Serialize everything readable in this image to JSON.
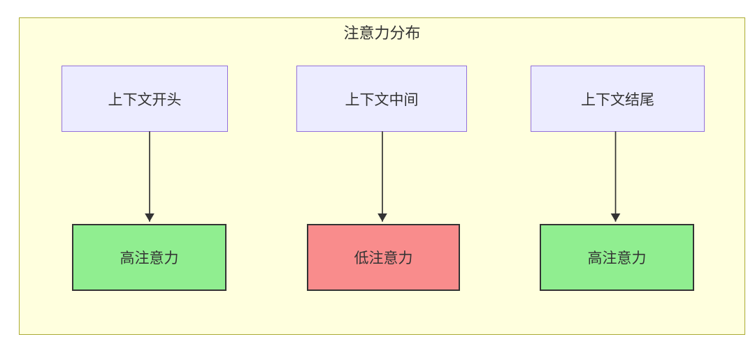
{
  "diagram": {
    "title": "注意力分布",
    "top_nodes": [
      {
        "label": "上下文开头"
      },
      {
        "label": "上下文中间"
      },
      {
        "label": "上下文结尾"
      }
    ],
    "bottom_nodes": [
      {
        "label": "高注意力",
        "level": "high"
      },
      {
        "label": "低注意力",
        "level": "low"
      },
      {
        "label": "高注意力",
        "level": "high"
      }
    ],
    "edges": [
      {
        "from": "上下文开头",
        "to": "高注意力"
      },
      {
        "from": "上下文中间",
        "to": "低注意力"
      },
      {
        "from": "上下文结尾",
        "to": "高注意力"
      }
    ],
    "colors": {
      "page_bg": "#ffffff",
      "container_bg": "#ffffde",
      "container_border": "#aaaa33",
      "context_node_bg": "#ececff",
      "context_node_border": "#9370db",
      "high_attention_bg": "#90ee90",
      "low_attention_bg": "#f98c8c",
      "result_node_border": "#333333",
      "arrow": "#333333",
      "text": "#333333"
    }
  }
}
